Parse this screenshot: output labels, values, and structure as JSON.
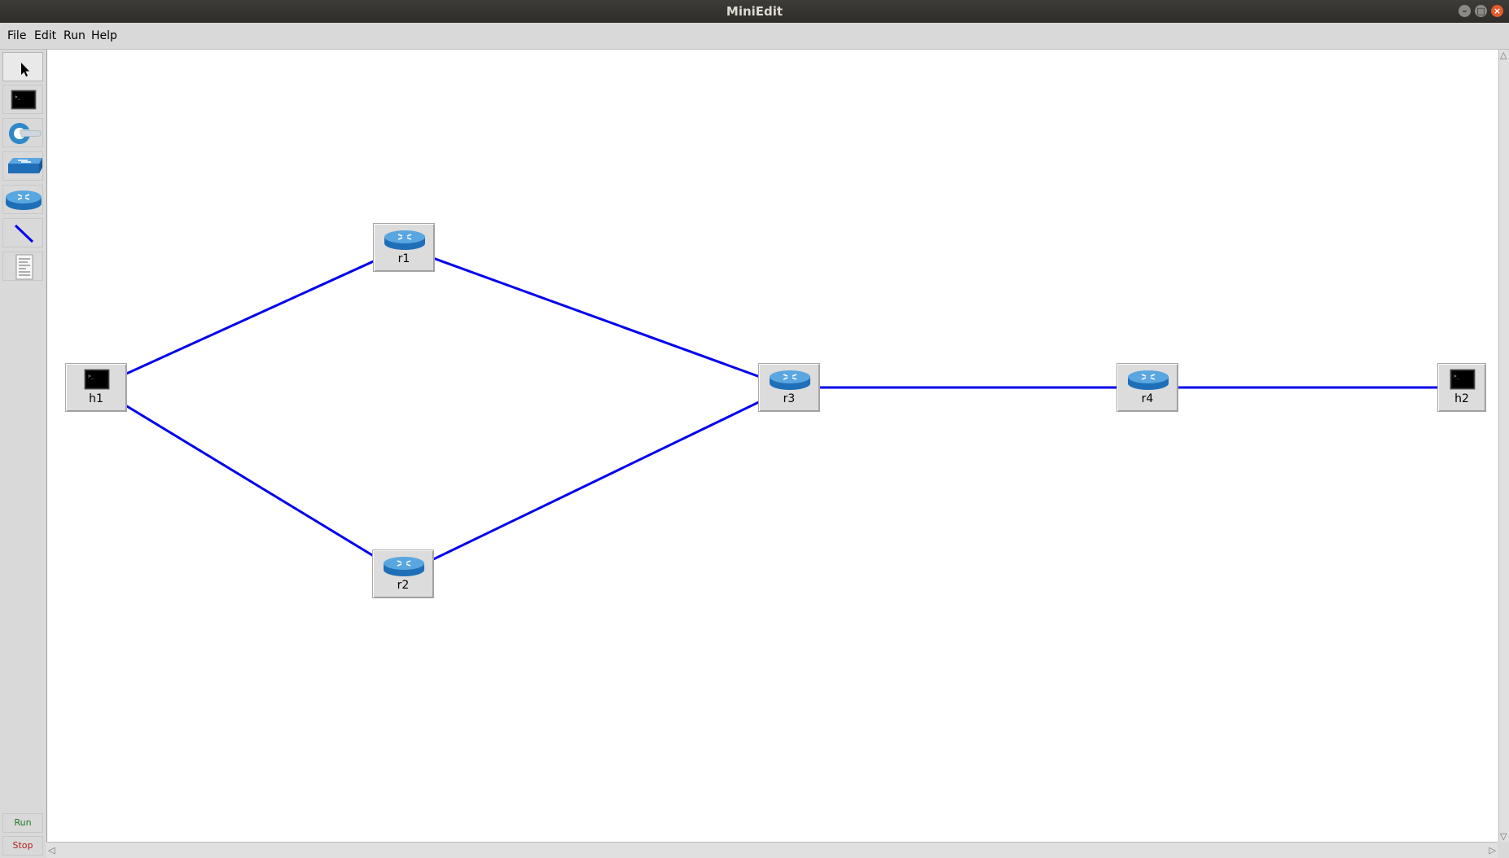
{
  "window": {
    "title": "MiniEdit"
  },
  "menu": [
    "File",
    "Edit",
    "Run",
    "Help"
  ],
  "toolbar": {
    "tools": [
      {
        "name": "select-tool",
        "icon": "pointer-icon"
      },
      {
        "name": "host-tool",
        "icon": "host-terminal-icon"
      },
      {
        "name": "controller-tool",
        "icon": "controller-icon"
      },
      {
        "name": "switch-tool",
        "icon": "switch-icon"
      },
      {
        "name": "router-tool",
        "icon": "router-icon"
      },
      {
        "name": "link-tool",
        "icon": "link-icon"
      },
      {
        "name": "netlink-tool",
        "icon": "document-icon"
      }
    ],
    "run_label": "Run",
    "stop_label": "Stop"
  },
  "topology": {
    "nodes": [
      {
        "id": "h1",
        "type": "host"
      },
      {
        "id": "r1",
        "type": "router"
      },
      {
        "id": "r2",
        "type": "router"
      },
      {
        "id": "r3",
        "type": "router"
      },
      {
        "id": "r4",
        "type": "router"
      },
      {
        "id": "h2",
        "type": "host"
      }
    ],
    "links": [
      [
        "h1",
        "r1"
      ],
      [
        "h1",
        "r2"
      ],
      [
        "r1",
        "r3"
      ],
      [
        "r2",
        "r3"
      ],
      [
        "r3",
        "r4"
      ],
      [
        "r4",
        "h2"
      ]
    ],
    "link_color": "#0000ee"
  }
}
